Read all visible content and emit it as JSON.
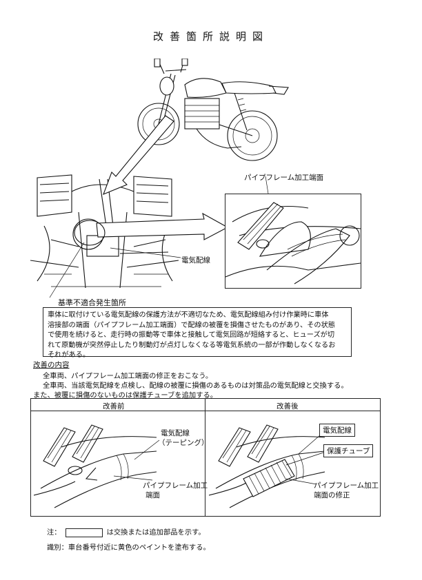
{
  "title": "改善箇所説明図",
  "labels": {
    "pipe_end": "パイプフレーム加工端面",
    "wiring": "電気配線",
    "defect_location": "基準不適合発生箇所"
  },
  "description": {
    "lines": [
      "車体に取付けている電気配線の保護方法が不適切なため、電気配線組み付け作業時に車体",
      "溶接部の端面（パイプフレーム加工端面）で配線の被覆を損傷させたものがあり、その状態",
      "で使用を続けると、走行時の振動等で車体と接触して電気回路が短絡すると、ヒューズが切",
      "れて原動機が突然停止したり制動灯が点灯しなくなる等電気系統の一部が作動しなくなるお",
      "それがある。"
    ]
  },
  "improvement": {
    "heading": "改善の内容",
    "lines": [
      "全車両、パイプフレーム加工端面の修正をおこなう。",
      "全車両、当該電気配線を点検し、配線の被覆に損傷のあるものは対策品の電気配線と交換する。",
      "また、被覆に損傷のないものは保護チューブを追加する。"
    ]
  },
  "before": {
    "header": "改善前",
    "wiring_label": "電気配線",
    "taping_label": "（テーピング）",
    "pipe_label_1": "パイプフレーム加工",
    "pipe_label_2": "端面"
  },
  "after": {
    "header": "改善後",
    "wiring_label": "電気配線",
    "tube_label": "保護チューブ",
    "pipe_label_1": "パイプフレーム加工",
    "pipe_label_2": "端面の修正"
  },
  "notes": {
    "note_prefix": "注：",
    "note_text": "は交換または追加部品を示す。",
    "identification": "識別：車台番号付近に黄色のペイントを塗布する。"
  }
}
